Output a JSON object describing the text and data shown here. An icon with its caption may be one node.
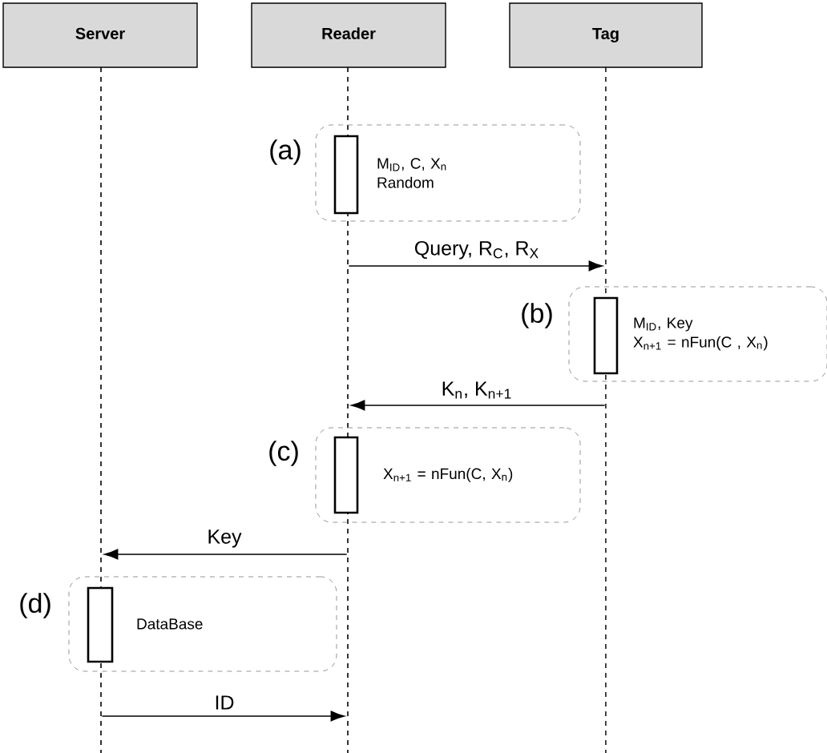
{
  "diagram": {
    "nodes": [
      {
        "text": [
          "Server"
        ]
      },
      {
        "text": [
          "Reader"
        ]
      },
      {
        "text": [
          "Tag"
        ]
      },
      {
        "text": [],
        "shape": "line"
      },
      {
        "text": [],
        "shape": "line"
      },
      {
        "text": [],
        "shape": "line"
      },
      {
        "text": [
          "M$_{ID}$, C, X$_{n}$",
          "Random"
        ]
      },
      {
        "text": [
          "M$_{ID}$, Key",
          "X$_{n+1}$ = nFun(C , X$_{n}$)"
        ]
      },
      {
        "text": [
          "X$_{n+1}$ = nFun(C, X$_{n}$)"
        ]
      },
      {
        "text": [
          "DataBase"
        ]
      }
    ],
    "edges": [
      {
        "from": 4,
        "to": 5,
        "arrow": "to",
        "label": "Query, R$_{C}$, R$_{X}$"
      },
      {
        "from": 5,
        "to": 4,
        "arrow": "to",
        "label": "K$_{n}$, K$_{n+1}$"
      },
      {
        "from": 4,
        "to": 3,
        "arrow": "to",
        "label": "Key"
      },
      {
        "from": 3,
        "to": 4,
        "arrow": "to",
        "label": "ID"
      }
    ],
    "labels": [
      "(a)",
      "(b)",
      "(c)",
      "(d)"
    ]
  }
}
